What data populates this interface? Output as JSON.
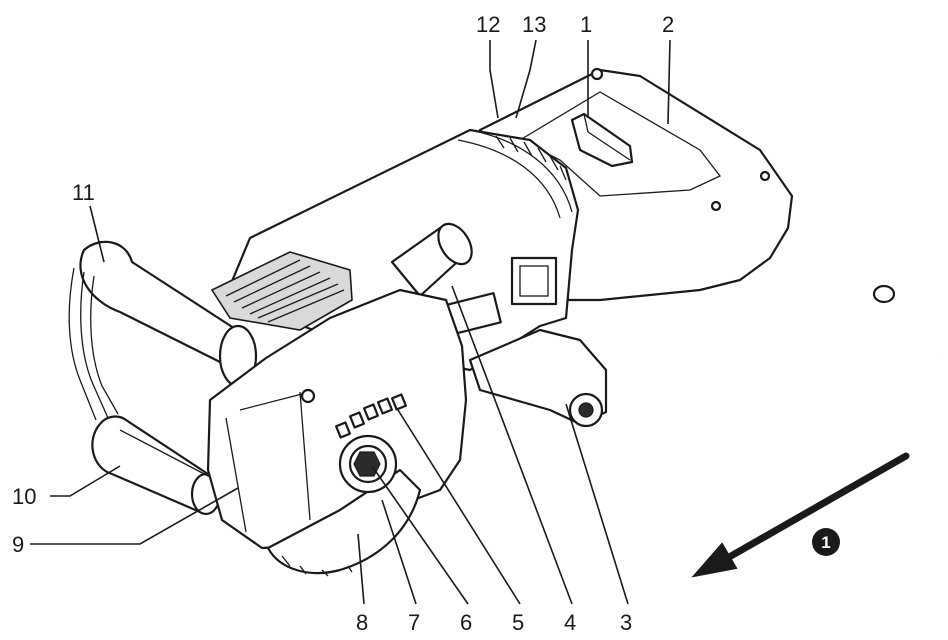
{
  "callouts": [
    {
      "id": "c1",
      "label": "1"
    },
    {
      "id": "c2",
      "label": "2"
    },
    {
      "id": "c3",
      "label": "3"
    },
    {
      "id": "c4",
      "label": "4"
    },
    {
      "id": "c5",
      "label": "5"
    },
    {
      "id": "c6",
      "label": "6"
    },
    {
      "id": "c7",
      "label": "7"
    },
    {
      "id": "c8",
      "label": "8"
    },
    {
      "id": "c9",
      "label": "9"
    },
    {
      "id": "c10",
      "label": "10"
    },
    {
      "id": "c11",
      "label": "11"
    },
    {
      "id": "c12",
      "label": "12"
    },
    {
      "id": "c13",
      "label": "13"
    }
  ],
  "direction_badge": {
    "label": "1",
    "icon": "arrow-down-left-icon"
  },
  "colors": {
    "line": "#1a1a1a",
    "background": "#ffffff"
  }
}
